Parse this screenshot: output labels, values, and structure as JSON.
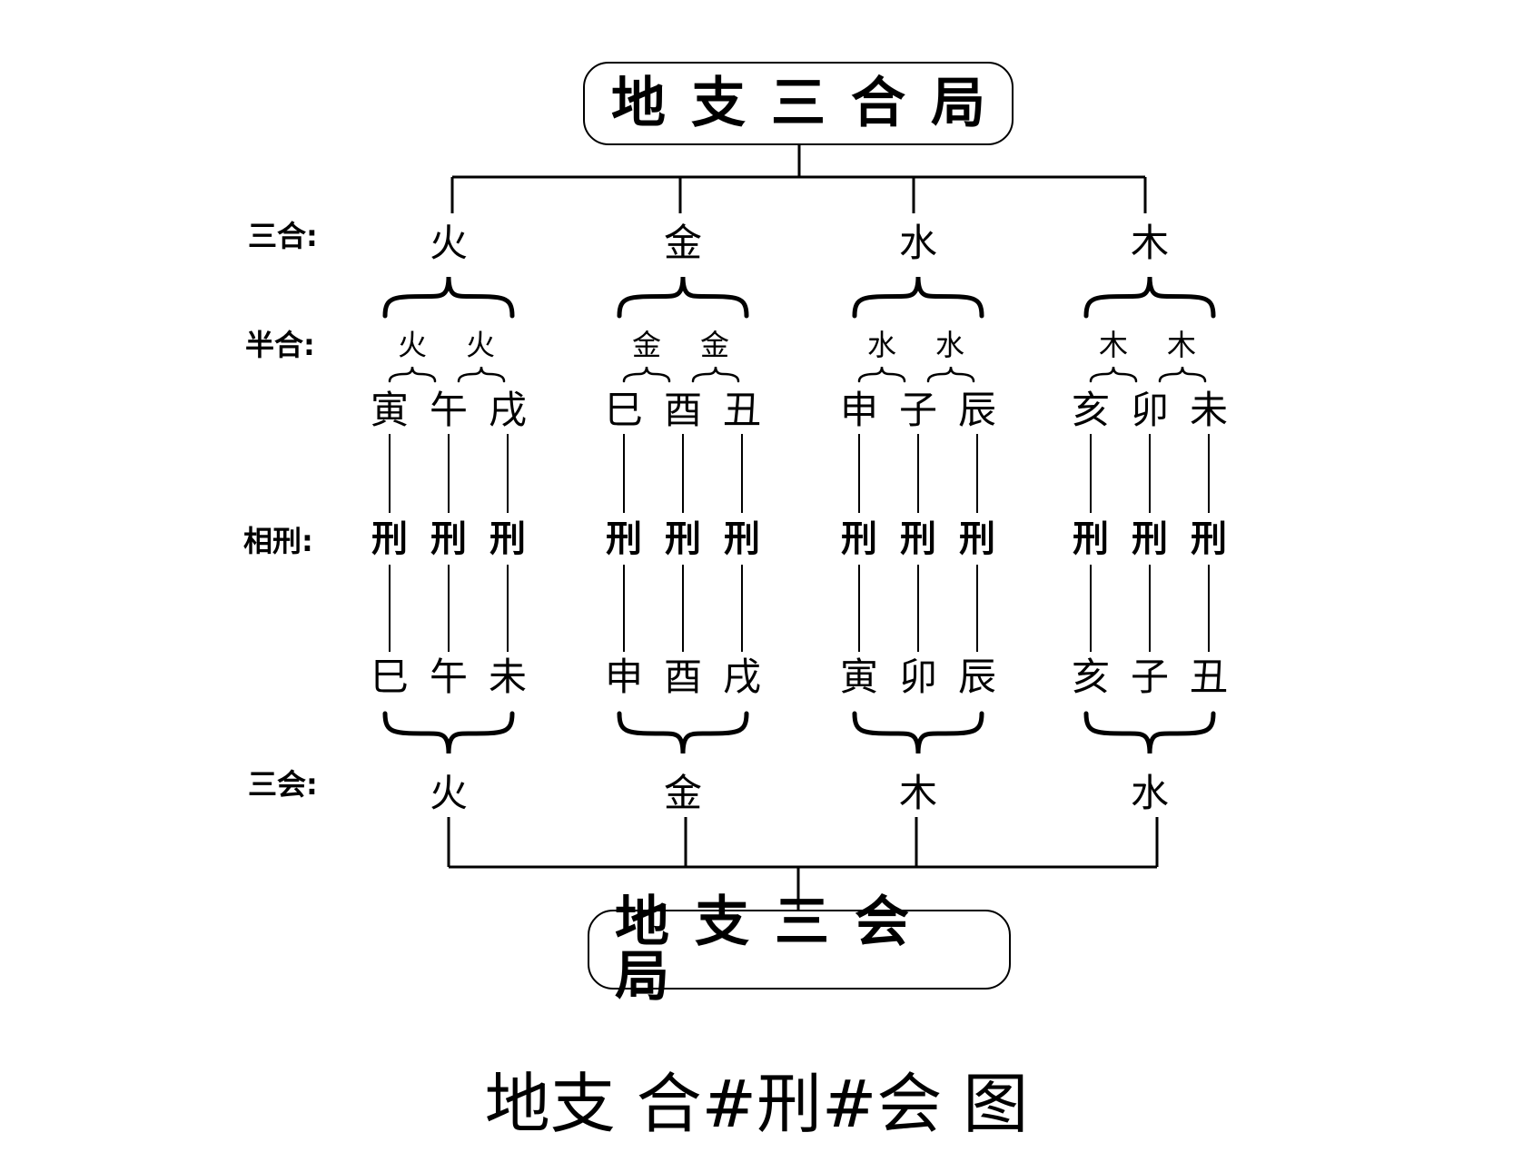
{
  "top_box": "地支三合局",
  "bottom_box": "地支三会局",
  "row_labels": {
    "sanhe": "三合:",
    "banhe": "半合:",
    "xiangxing": "相刑:",
    "sanhui": "三会:"
  },
  "groups": [
    {
      "sanhe": "火",
      "banhe": [
        "火",
        "火"
      ],
      "upper": [
        "寅",
        "午",
        "戌"
      ],
      "xing": [
        "刑",
        "刑",
        "刑"
      ],
      "lower": [
        "巳",
        "午",
        "未"
      ],
      "sanhui": "火"
    },
    {
      "sanhe": "金",
      "banhe": [
        "金",
        "金"
      ],
      "upper": [
        "巳",
        "酉",
        "丑"
      ],
      "xing": [
        "刑",
        "刑",
        "刑"
      ],
      "lower": [
        "申",
        "酉",
        "戌"
      ],
      "sanhui": "金"
    },
    {
      "sanhe": "水",
      "banhe": [
        "水",
        "水"
      ],
      "upper": [
        "申",
        "子",
        "辰"
      ],
      "xing": [
        "刑",
        "刑",
        "刑"
      ],
      "lower": [
        "寅",
        "卯",
        "辰"
      ],
      "sanhui": "木"
    },
    {
      "sanhe": "木",
      "banhe": [
        "木",
        "木"
      ],
      "upper": [
        "亥",
        "卯",
        "未"
      ],
      "xing": [
        "刑",
        "刑",
        "刑"
      ],
      "lower": [
        "亥",
        "子",
        "丑"
      ],
      "sanhui": "水"
    }
  ],
  "caption": "地支 合#刑#会 图"
}
